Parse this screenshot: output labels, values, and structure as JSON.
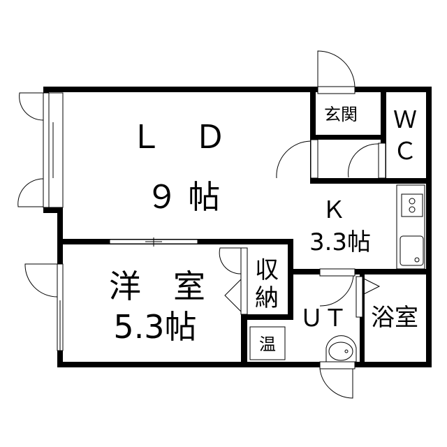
{
  "rooms": {
    "ld": {
      "name": "Ｌ　Ｄ",
      "size": "９ 帖"
    },
    "kitchen": {
      "name": "Ｋ",
      "size": "3.3帖"
    },
    "western": {
      "name": "洋　室",
      "size": "5.3帖"
    },
    "storage": {
      "line1": "収",
      "line2": "納"
    },
    "utility": {
      "name": "ＵＴ"
    },
    "bath": {
      "name": "浴室"
    },
    "water_heater": {
      "name": "温"
    },
    "entrance": {
      "name": "玄関"
    },
    "toilet": {
      "line1": "Ｗ",
      "line2": "Ｃ"
    }
  }
}
